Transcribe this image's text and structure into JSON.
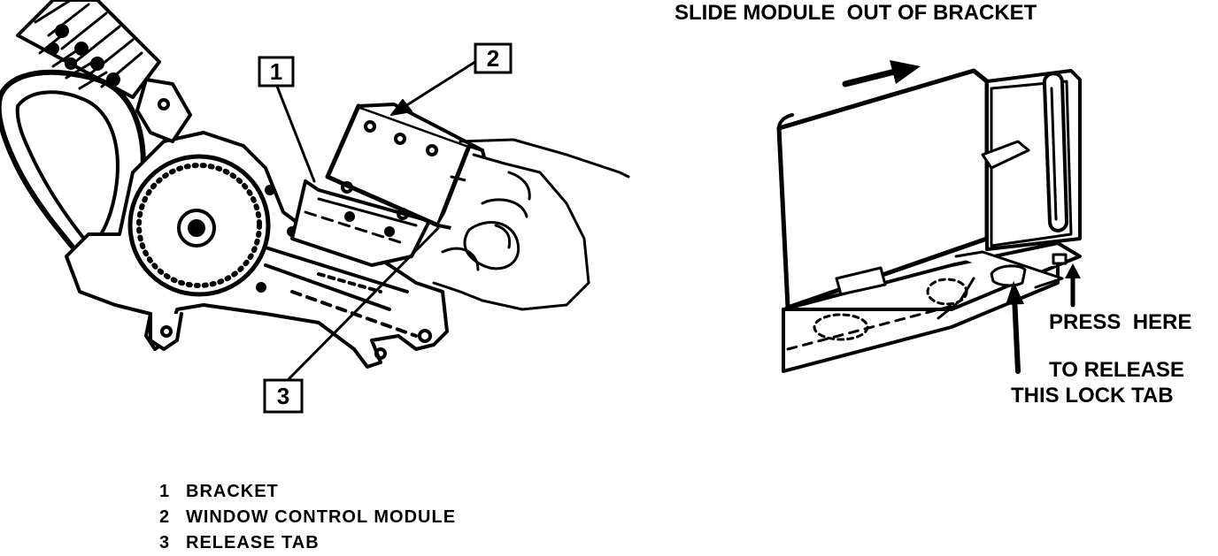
{
  "callouts": [
    {
      "number": "1"
    },
    {
      "number": "2"
    },
    {
      "number": "3"
    }
  ],
  "right_figure": {
    "title": "SLIDE MODULE  OUT OF BRACKET",
    "press_label": "PRESS  HERE",
    "release_line1": "TO RELEASE",
    "release_line2": "THIS LOCK TAB"
  },
  "legend": [
    {
      "number": "1",
      "label": "BRACKET"
    },
    {
      "number": "2",
      "label": "WINDOW CONTROL MODULE"
    },
    {
      "number": "3",
      "label": "RELEASE TAB"
    }
  ]
}
